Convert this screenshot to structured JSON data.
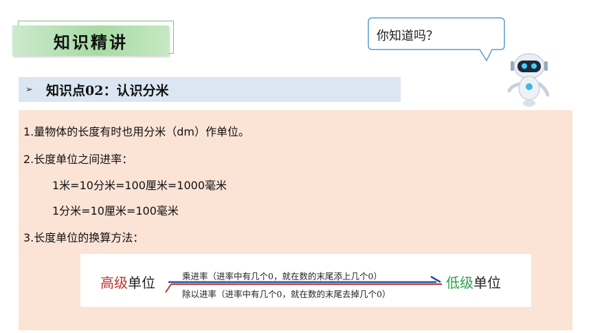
{
  "header": {
    "title": "知识精讲",
    "bubble_text": "你知道吗？"
  },
  "knowledge_point": {
    "arrow": "➢",
    "label": "知识点02：认识分米"
  },
  "content": {
    "lines": [
      "1.量物体的长度有时也用分米（dm）作单位。",
      "2.长度单位之间进率：",
      "1米=10分米=100厘米=1000毫米",
      "1分米=10厘米=100毫米",
      "3.长度单位的换算方法："
    ]
  },
  "diagram": {
    "high_prefix": "高级",
    "high_suffix": "单位",
    "low_prefix": "低级",
    "low_suffix": "单位",
    "multiply_rule": "乘进率（进率中有几个0，就在数的末尾添上几个0）",
    "divide_rule": "除以进率（进率中有几个0，就在数的末尾去掉几个0）"
  },
  "colors": {
    "title_green": "#a6dba3",
    "bar_blue": "#dbe6f2",
    "panel_peach": "#fbe3d6",
    "red": "#c0312b",
    "green": "#2c9e4a",
    "arrow_blue": "#1f4fa0"
  },
  "icons": [
    "robot-icon",
    "speech-bubble-icon",
    "arrow-right-icon"
  ]
}
